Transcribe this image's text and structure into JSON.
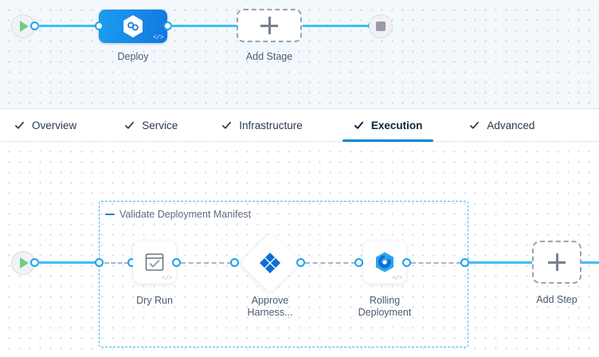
{
  "stage_canvas": {
    "start_node": {
      "icon": "play-icon"
    },
    "end_node": {
      "icon": "stop-icon"
    },
    "stage": {
      "label": "Deploy",
      "icon": "harness-hexagon-icon",
      "badge": "</>"
    },
    "add_stage": {
      "label": "Add Stage",
      "icon": "plus-icon"
    }
  },
  "tabs": [
    {
      "label": "Overview",
      "icon": "check-icon",
      "active": false
    },
    {
      "label": "Service",
      "icon": "check-icon",
      "active": false
    },
    {
      "label": "Infrastructure",
      "icon": "check-icon",
      "active": false
    },
    {
      "label": "Execution",
      "icon": "check-icon",
      "active": true
    },
    {
      "label": "Advanced",
      "icon": "check-icon",
      "active": false
    }
  ],
  "execution_canvas": {
    "start_node": {
      "icon": "play-icon"
    },
    "step_group": {
      "title": "Validate Deployment Manifest",
      "collapse_icon": "minus-icon",
      "steps": [
        {
          "label": "Dry Run",
          "icon": "checklist-window-icon",
          "shape": "rounded-square",
          "badge": "</>"
        },
        {
          "label": "Approve\nHarness...",
          "icon": "approval-dots-icon",
          "shape": "diamond",
          "badge": ""
        },
        {
          "label": "Rolling\nDeployment",
          "icon": "rolling-swirl-icon",
          "shape": "rounded-square",
          "badge": "</>"
        }
      ]
    },
    "add_step": {
      "label": "Add Step",
      "icon": "plus-icon"
    }
  },
  "colors": {
    "accent_blue": "#0a84d9",
    "connector_blue": "#40bdf3",
    "node_dot_blue": "#18a3ef",
    "stage_gradient_from": "#1b9ef0",
    "stage_gradient_to": "#1277e0",
    "play_green": "#6fd080",
    "stop_gray": "#9a9aaa",
    "group_border": "#3fb6ef",
    "dashed_gray": "#a9b4c5",
    "canvas_top_bg": "#f3f8fd",
    "canvas_bottom_bg": "#ffffff",
    "label_text": "#4a5a6e"
  }
}
